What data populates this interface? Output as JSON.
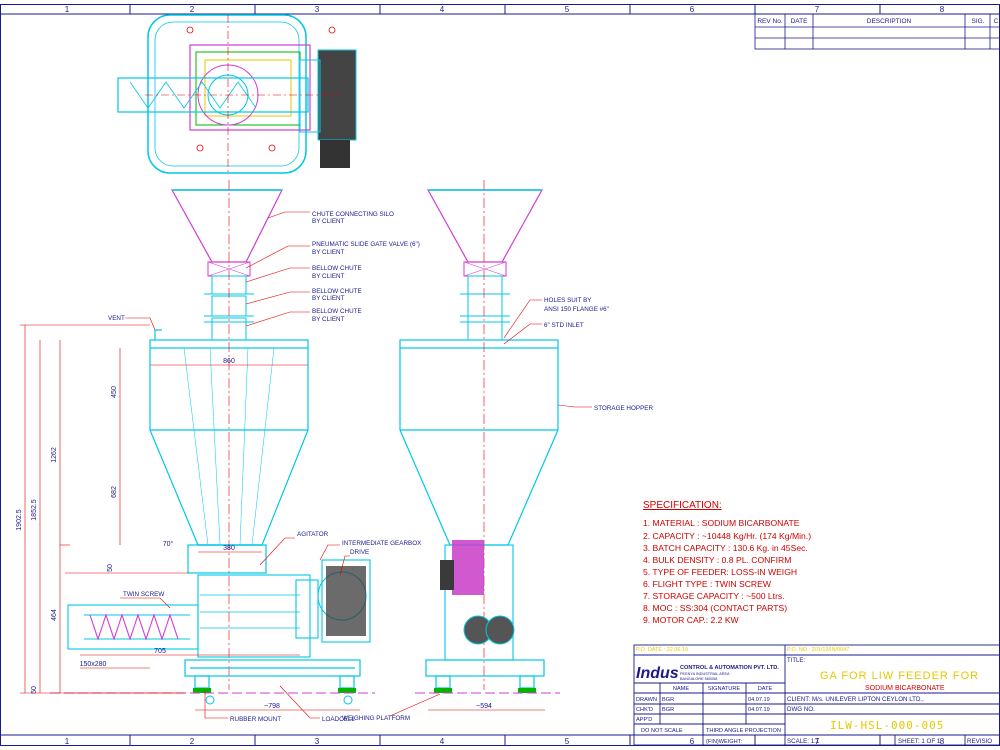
{
  "frame": {
    "top_columns": [
      "1",
      "2",
      "3",
      "4",
      "5",
      "6",
      "7",
      "8"
    ],
    "bottom_columns": [
      "1",
      "2",
      "3",
      "4",
      "5",
      "6",
      "7",
      "8"
    ]
  },
  "revision_block": {
    "headers": [
      "REV No.",
      "DATE",
      "DESCRIPTION",
      "SIG.",
      "C"
    ]
  },
  "callouts": {
    "chute_silo": [
      "CHUTE CONNECTING SILO",
      "BY CLIENT"
    ],
    "slide_gate": [
      "PNEUMATIC SLIDE GATE VALVE (6\")",
      "BY CLIENT"
    ],
    "bellow1": [
      "BELLOW CHUTE",
      "BY CLIENT"
    ],
    "bellow2": [
      "BELLOW CHUTE",
      "BY CLIENT"
    ],
    "bellow3": [
      "BELLOW CHUTE",
      "BY CLIENT"
    ],
    "holes": [
      "HOLES SUIT BY",
      "ANSI 150 FLANGE #6\""
    ],
    "inlet": "6\" STD INLET",
    "vent": "VENT",
    "storage_hopper": "STORAGE HOPPER",
    "agitator": "AGITATOR",
    "gearbox": "INTERMEDIATE GEARBOX",
    "drive": "DRIVE",
    "twin_screw": "TWIN SCREW",
    "rubber_mount": "RUBBER MOUNT",
    "loadcell": "LOADCELL",
    "weighing_platform": "WEIGHING PLATFORM"
  },
  "dimensions": {
    "d860": "860",
    "d450": "450",
    "d682": "682",
    "d1262": "1262",
    "d1902": "1902.5",
    "d1852": "1852.5",
    "d380": "380",
    "d50a": "50",
    "d464": "464",
    "d50b": "50",
    "d150": "150x280",
    "d705": "705",
    "d798": "~798",
    "d594": "~594",
    "angle": "70°"
  },
  "specification": {
    "heading": "SPECIFICATION:",
    "items": [
      "1. MATERIAL : SODIUM BICARBONATE",
      "2. CAPACITY : ~10448 Kg/Hr. (174 Kg/Min.)",
      "3. BATCH CAPACITY : 130.6 Kg. in 45Sec.",
      "4. BULK DENSITY : 0.8 PL. CONFIRM",
      "5. TYPE OF FEEDER: LOSS-IN WEIGH",
      "6. FLIGHT TYPE : TWIN SCREW",
      "7. STORAGE CAPACITY : ~500 Ltrs.",
      "8. MOC : SS:304 (CONTACT PARTS)",
      "9. MOTOR CAP.: 2.2 KW"
    ]
  },
  "title_block": {
    "po_date": "P.O. DATE : 22.06.19",
    "po_no": "P.O. NO.: 201/19/IN/0047",
    "title_label": "TITLE:",
    "logo": "Indus",
    "company": "CONTROL & AUTOMATION PVT. LTD.",
    "address1": "PEENYA INDUSTRIAL AREA",
    "address2": "BANGALORE 560058",
    "title_main": "GA FOR LIW FEEDER FOR",
    "title_sub": "SODIUM BICARBONATE",
    "col_name": "NAME",
    "col_signature": "SIGNATURE",
    "col_date": "DATE",
    "drawn_label": "DRAWN",
    "drawn_name": "BGR",
    "drawn_date": "04.07.19",
    "chkd_label": "CHK'D",
    "chkd_name": "BGR",
    "chkd_date": "04.07.19",
    "appd_label": "APP'D",
    "client_label": "CLIENT:",
    "client": "M/s. UNILEVER LIPTON CEYLON LTD.,",
    "dwg_label": "DWG NO.",
    "dwg_no": "ILW-HSL-000-005",
    "do_not_scale": "DO NOT SCALE",
    "projection": "THIRD ANGLE PROJECTION",
    "weight": "(FIN)WEIGHT:",
    "scale": "SCALE: 1:1",
    "sheet": "SHEET: 1 OF 1",
    "revision": "REVISIO"
  },
  "colors": {
    "frame": "#1a1a8c",
    "steel": "#00c8e6",
    "funnel": "#d23cd2",
    "center": "#e60000",
    "dim": "#e60000",
    "leader": "#e60000",
    "spec_text": "#d20000",
    "title_text": "#e6c800",
    "green": "#00b400",
    "yellow": "#e6c800"
  }
}
